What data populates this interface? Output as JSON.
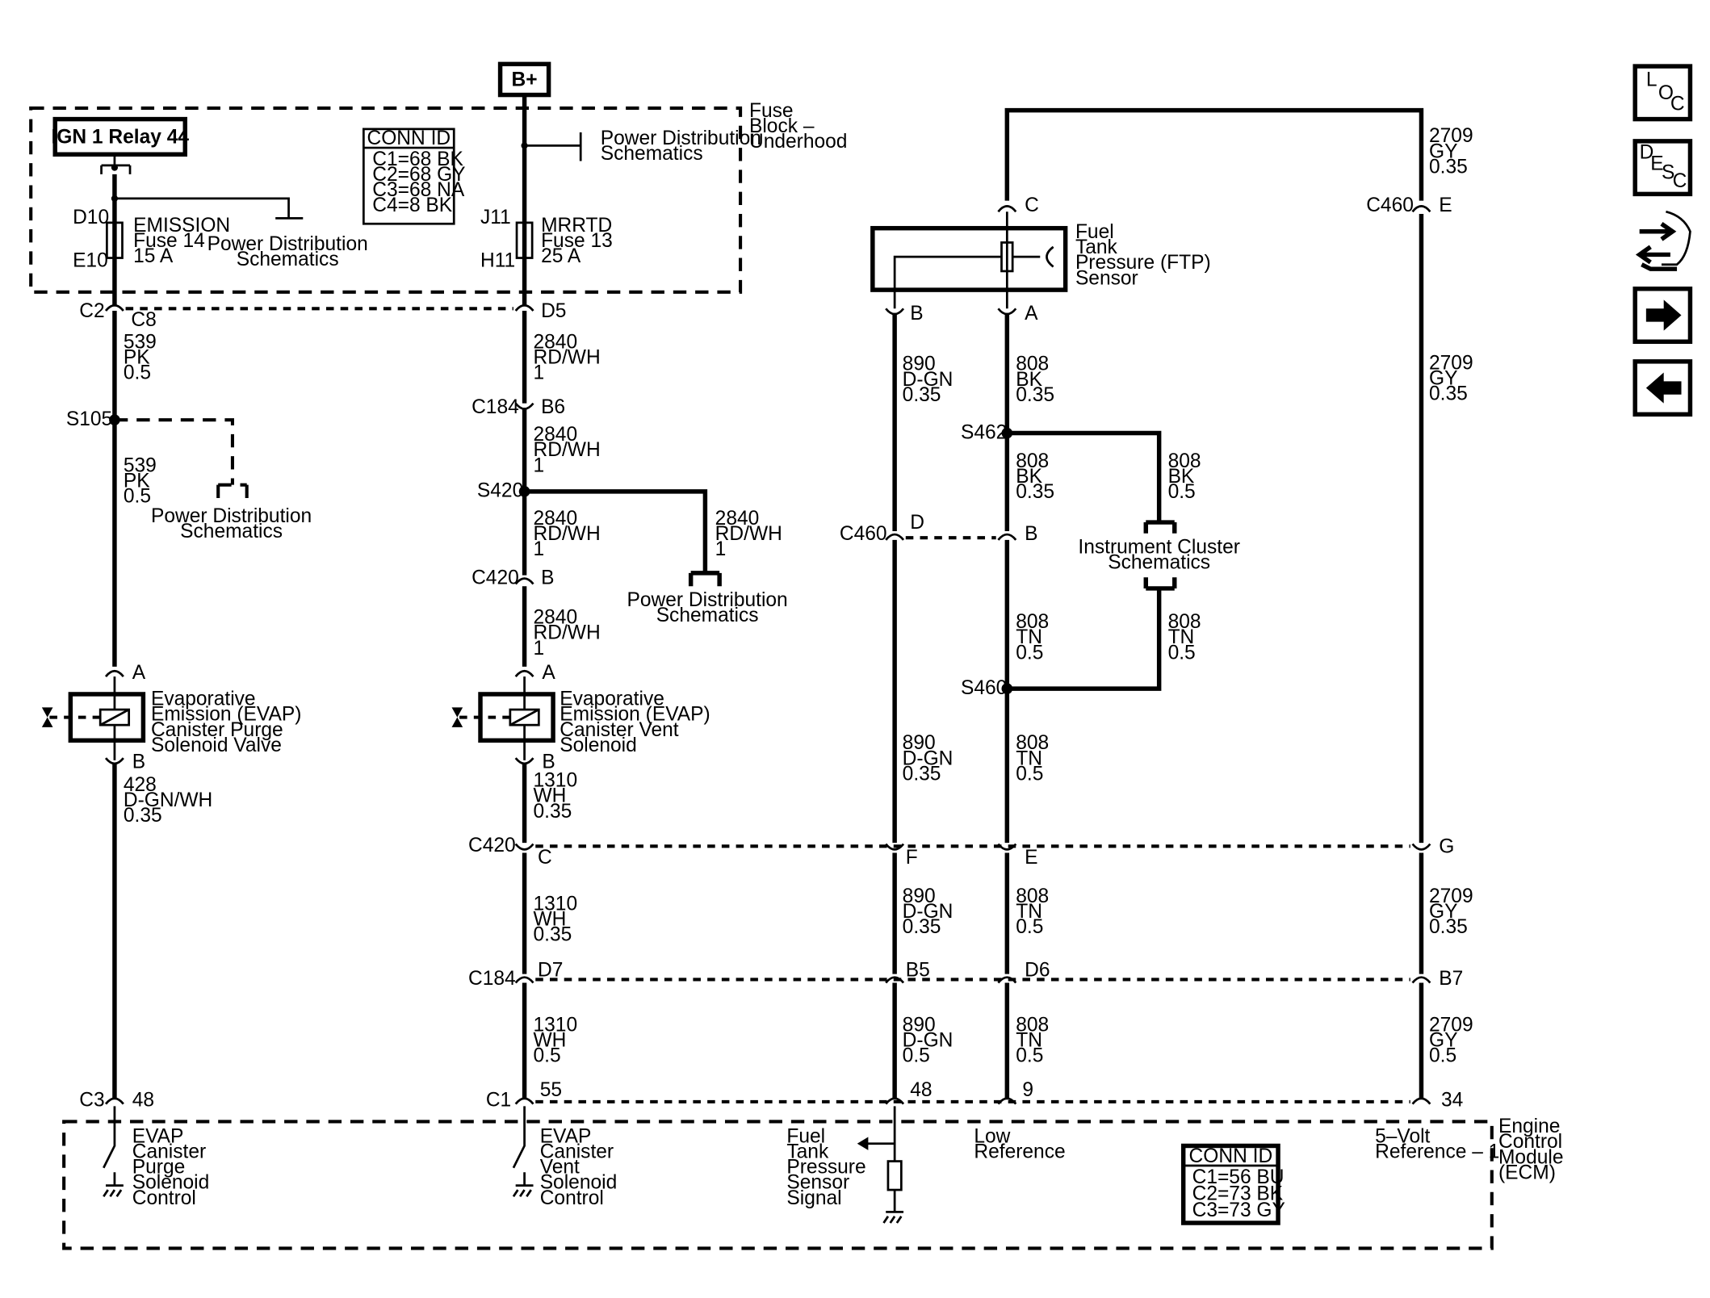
{
  "power": {
    "bplus": "B+",
    "ign_relay": "IGN 1 Relay 44"
  },
  "fuse_block": {
    "title": [
      "Fuse",
      "Block –",
      "Underhood"
    ],
    "conn_title": "CONN ID",
    "conn": [
      "C1=68 BK",
      "C2=68 GY",
      "C3=68 NA",
      "C4=8 BK"
    ],
    "pds": [
      "Power Distribution",
      "Schematics"
    ],
    "fuse14": {
      "top": "D10",
      "bottom": "E10",
      "lines": [
        "EMISSION",
        "Fuse 14",
        "15 A"
      ]
    },
    "fuse13": {
      "top": "J11",
      "bottom": "H11",
      "lines": [
        "MRRTD",
        "Fuse 13",
        "25 A"
      ]
    }
  },
  "pds_ref": [
    "Power Distribution",
    "Schematics"
  ],
  "ic_ref": [
    "Instrument Cluster",
    "Schematics"
  ],
  "wires": {
    "pk": [
      "539",
      "PK",
      "0.5"
    ],
    "rdwh": [
      "2840",
      "RD/WH",
      "1"
    ],
    "dgnwh": [
      "428",
      "D-GN/WH",
      "0.35"
    ],
    "wh035": [
      "1310",
      "WH",
      "0.35"
    ],
    "wh05": [
      "1310",
      "WH",
      "0.5"
    ],
    "dgn035": [
      "890",
      "D-GN",
      "0.35"
    ],
    "dgn05": [
      "890",
      "D-GN",
      "0.5"
    ],
    "bk035": [
      "808",
      "BK",
      "0.35"
    ],
    "bk05": [
      "808",
      "BK",
      "0.5"
    ],
    "tn": [
      "808",
      "TN",
      "0.5"
    ],
    "gy": [
      "2709",
      "GY",
      "0.35"
    ],
    "gy05": [
      "2709",
      "GY",
      "0.5"
    ]
  },
  "connectors": {
    "c2": "C2",
    "c8": "C8",
    "d5": "D5",
    "c184": "C184",
    "b6": "B6",
    "s105": "S105",
    "s420": "S420",
    "c420": "C420",
    "b": "B",
    "a": "A",
    "c": "C",
    "e": "E",
    "c460": "C460",
    "d": "D",
    "s462": "S462",
    "s460": "S460",
    "f": "F",
    "g": "G",
    "d7": "D7",
    "b5": "B5",
    "d6": "D6",
    "b7": "B7",
    "c3": "C3",
    "c1": "C1",
    "p48": "48",
    "p55": "55",
    "p9": "9",
    "p34": "34"
  },
  "components": {
    "purge": [
      "Evaporative",
      "Emission (EVAP)",
      "Canister Purge",
      "Solenoid Valve"
    ],
    "vent": [
      "Evaporative",
      "Emission (EVAP)",
      "Canister Vent",
      "Solenoid"
    ],
    "ftp": [
      "Fuel",
      "Tank",
      "Pressure (FTP)",
      "Sensor"
    ]
  },
  "ecm": {
    "title": [
      "Engine",
      "Control",
      "Module",
      "(ECM)"
    ],
    "conn_title": "CONN ID",
    "conn": [
      "C1=56 BU",
      "C2=73 BK",
      "C3=73 GY"
    ],
    "purge_ctrl": [
      "EVAP",
      "Canister",
      "Purge",
      "Solenoid",
      "Control"
    ],
    "vent_ctrl": [
      "EVAP",
      "Canister",
      "Vent",
      "Solenoid",
      "Control"
    ],
    "ftp_signal": [
      "Fuel",
      "Tank",
      "Pressure",
      "Sensor",
      "Signal"
    ],
    "low_ref": [
      "Low",
      "Reference"
    ],
    "ref5": [
      "5–Volt",
      "Reference – 1"
    ]
  },
  "nav": {
    "loc": [
      "L",
      "O",
      "C"
    ],
    "desc": [
      "D",
      "E",
      "S",
      "C"
    ]
  }
}
